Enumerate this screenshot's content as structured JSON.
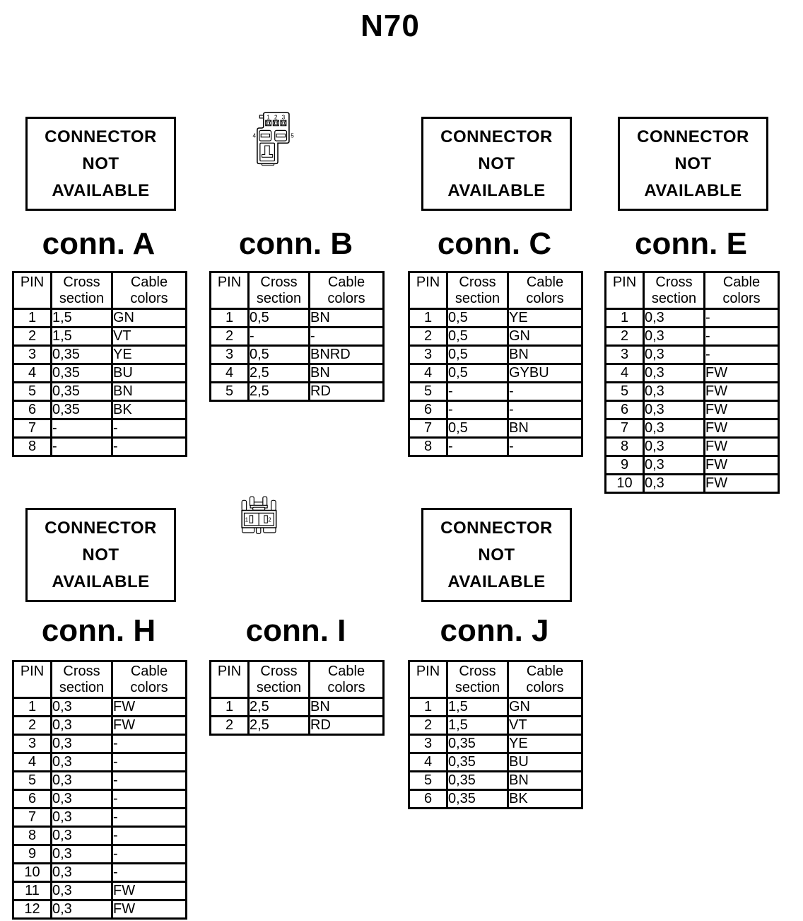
{
  "title": "N70",
  "colors": {
    "line": "#000000",
    "background": "#ffffff"
  },
  "na_box": {
    "line1": "CONNECTOR",
    "line2": "NOT",
    "line3": "AVAILABLE"
  },
  "table_header": {
    "pin": "PIN",
    "cross_1": "Cross",
    "cross_2": "section",
    "cable_1": "Cable",
    "cable_2": "colors"
  },
  "connectors": [
    {
      "id": "A",
      "label": "conn. A",
      "type": "not_available",
      "rows": [
        [
          "1",
          "1,5",
          "GN"
        ],
        [
          "2",
          "1,5",
          "VT"
        ],
        [
          "3",
          "0,35",
          "YE"
        ],
        [
          "4",
          "0,35",
          "BU"
        ],
        [
          "5",
          "0,35",
          "BN"
        ],
        [
          "6",
          "0,35",
          "BK"
        ],
        [
          "7",
          "-",
          "-"
        ],
        [
          "8",
          "-",
          "-"
        ]
      ]
    },
    {
      "id": "B",
      "label": "conn. B",
      "type": "drawing",
      "pin_labels": [
        "1",
        "2",
        "3",
        "4",
        "5"
      ],
      "rows": [
        [
          "1",
          "0,5",
          "BN"
        ],
        [
          "2",
          "-",
          "-"
        ],
        [
          "3",
          "0,5",
          "BNRD"
        ],
        [
          "4",
          "2,5",
          "BN"
        ],
        [
          "5",
          "2,5",
          "RD"
        ]
      ]
    },
    {
      "id": "C",
      "label": "conn. C",
      "type": "not_available",
      "rows": [
        [
          "1",
          "0,5",
          "YE"
        ],
        [
          "2",
          "0,5",
          "GN"
        ],
        [
          "3",
          "0,5",
          "BN"
        ],
        [
          "4",
          "0,5",
          "GYBU"
        ],
        [
          "5",
          "-",
          "-"
        ],
        [
          "6",
          "-",
          "-"
        ],
        [
          "7",
          "0,5",
          "BN"
        ],
        [
          "8",
          "-",
          "-"
        ]
      ]
    },
    {
      "id": "E",
      "label": "conn. E",
      "type": "not_available",
      "rows": [
        [
          "1",
          "0,3",
          "-"
        ],
        [
          "2",
          "0,3",
          "-"
        ],
        [
          "3",
          "0,3",
          "-"
        ],
        [
          "4",
          "0,3",
          "FW"
        ],
        [
          "5",
          "0,3",
          "FW"
        ],
        [
          "6",
          "0,3",
          "FW"
        ],
        [
          "7",
          "0,3",
          "FW"
        ],
        [
          "8",
          "0,3",
          "FW"
        ],
        [
          "9",
          "0,3",
          "FW"
        ],
        [
          "10",
          "0,3",
          "FW"
        ]
      ]
    },
    {
      "id": "H",
      "label": "conn. H",
      "type": "not_available",
      "rows": [
        [
          "1",
          "0,3",
          "FW"
        ],
        [
          "2",
          "0,3",
          "FW"
        ],
        [
          "3",
          "0,3",
          "-"
        ],
        [
          "4",
          "0,3",
          "-"
        ],
        [
          "5",
          "0,3",
          "-"
        ],
        [
          "6",
          "0,3",
          "-"
        ],
        [
          "7",
          "0,3",
          "-"
        ],
        [
          "8",
          "0,3",
          "-"
        ],
        [
          "9",
          "0,3",
          "-"
        ],
        [
          "10",
          "0,3",
          "-"
        ],
        [
          "11",
          "0,3",
          "FW"
        ],
        [
          "12",
          "0,3",
          "FW"
        ]
      ]
    },
    {
      "id": "I",
      "label": "conn. I",
      "type": "drawing",
      "pin_labels": [
        "1",
        "2"
      ],
      "rows": [
        [
          "1",
          "2,5",
          "BN"
        ],
        [
          "2",
          "2,5",
          "RD"
        ]
      ]
    },
    {
      "id": "J",
      "label": "conn. J",
      "type": "not_available",
      "rows": [
        [
          "1",
          "1,5",
          "GN"
        ],
        [
          "2",
          "1,5",
          "VT"
        ],
        [
          "3",
          "0,35",
          "YE"
        ],
        [
          "4",
          "0,35",
          "BU"
        ],
        [
          "5",
          "0,35",
          "BN"
        ],
        [
          "6",
          "0,35",
          "BK"
        ]
      ]
    }
  ]
}
